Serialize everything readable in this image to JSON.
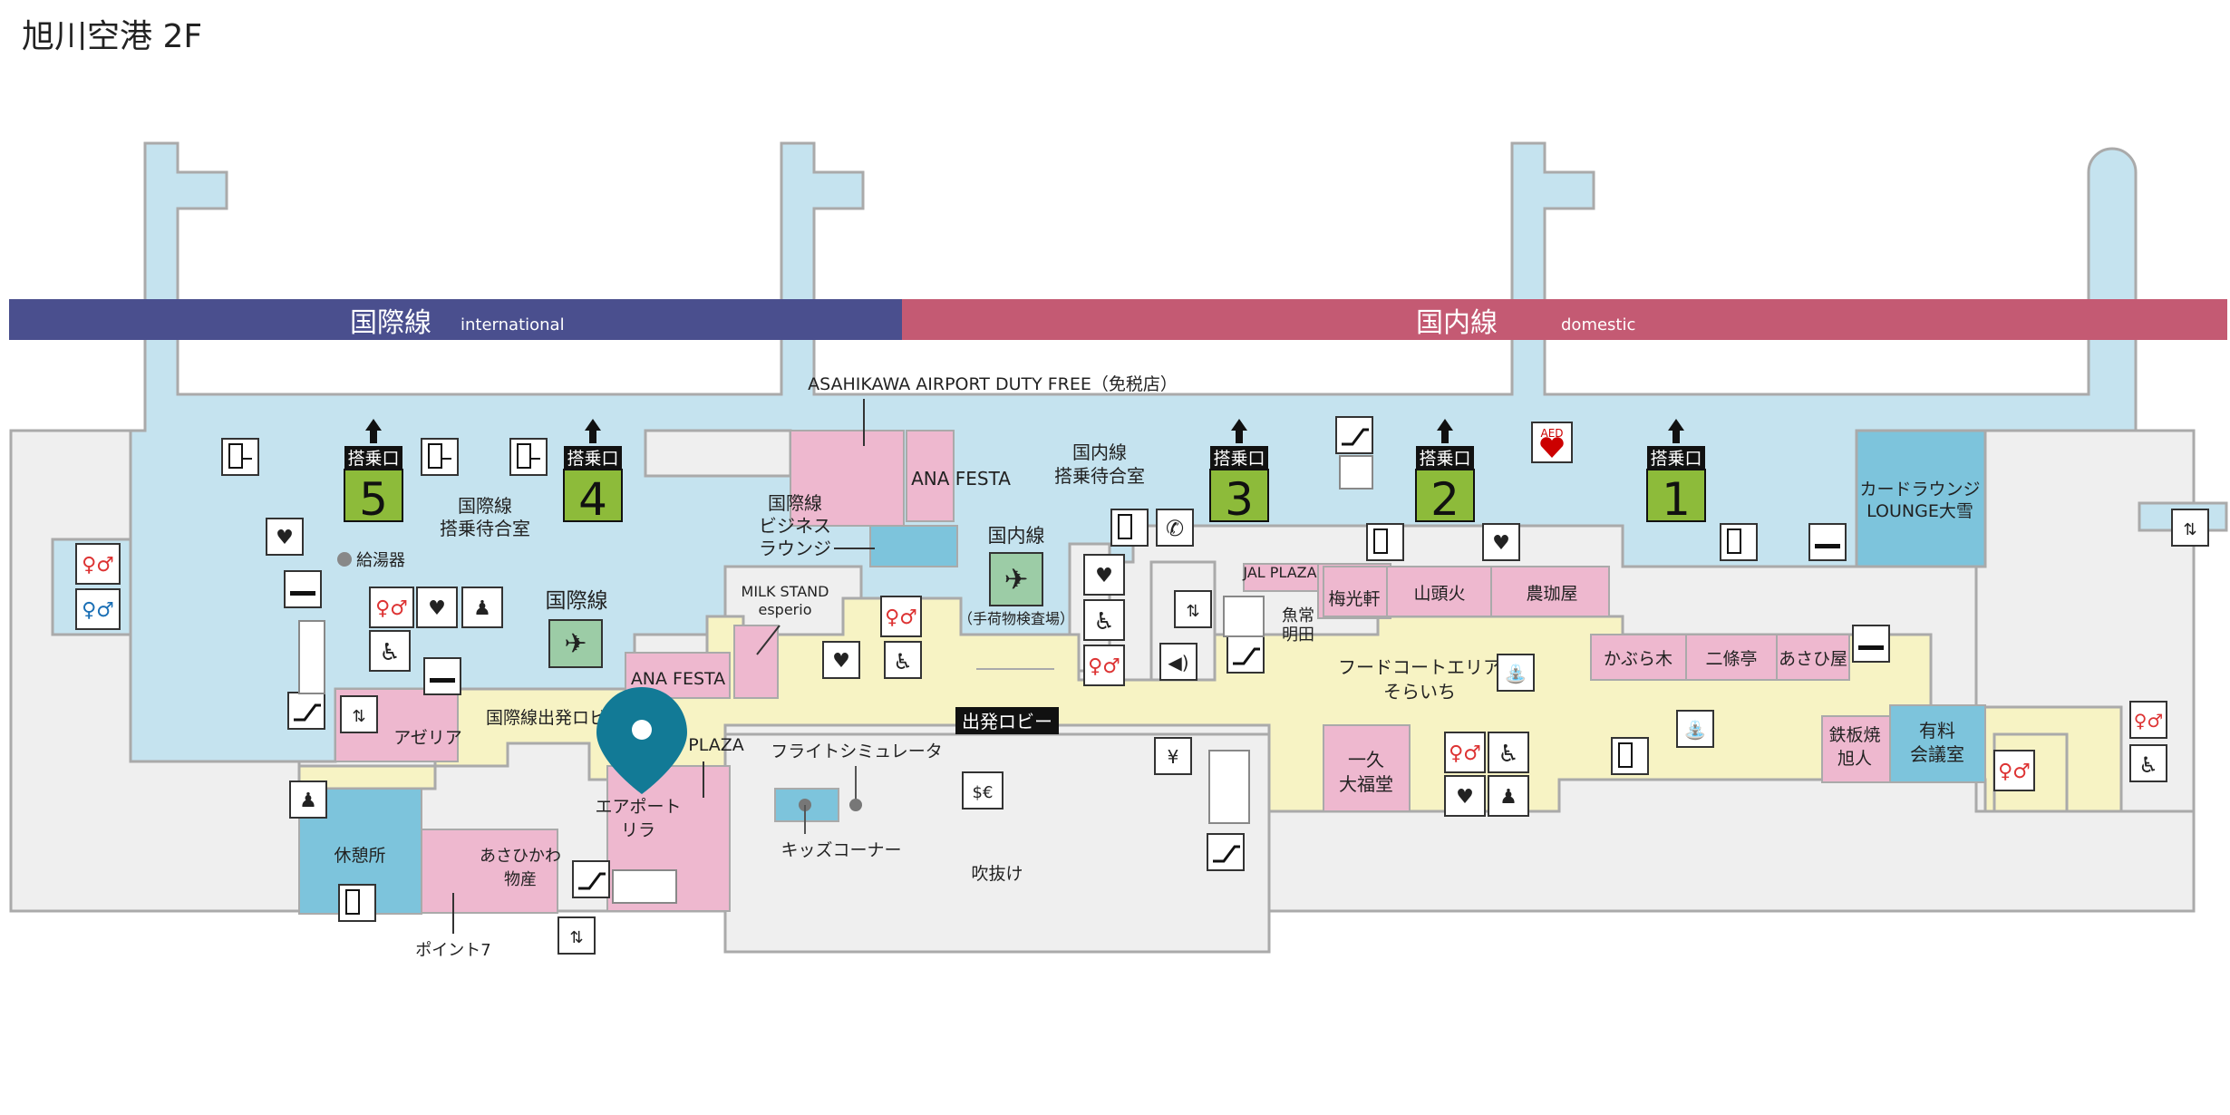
{
  "title": "旭川空港 2F",
  "bands": {
    "international_jp": "国際線",
    "international_en": "international",
    "domestic_jp": "国内線",
    "domestic_en": "domestic"
  },
  "gates": {
    "label": "搭乗口",
    "g5": "5",
    "g4": "4",
    "g3": "3",
    "g2": "2",
    "g1": "1"
  },
  "areas": {
    "duty_free": "ASAHIKAWA AIRPORT DUTY FREE（免税店）",
    "intl_waiting_1": "国際線",
    "intl_waiting_2": "搭乗待合室",
    "dom_waiting_1": "国内線",
    "dom_waiting_2": "搭乗待合室",
    "intl_lounge_1": "国際線",
    "intl_lounge_2": "ビジネス",
    "intl_lounge_3": "ラウンジ",
    "ana_festa_top": "ANA FESTA",
    "ana_festa_low": "ANA FESTA",
    "milk_stand_1": "MILK STAND",
    "milk_stand_2": "esperio",
    "hot_water": "給湯器",
    "intl_label": "国際線",
    "dom_label": "国内線",
    "baggage_check": "（手荷物検査場）",
    "jal_plaza": "JAL PLAZA",
    "uotsune_1": "魚常",
    "uotsune_2": "明田",
    "baikouken": "梅光軒",
    "santouka": "山頭火",
    "noukouya": "農珈屋",
    "food_court_1": "フードコートエリア",
    "food_court_2": "そらいち",
    "kaburaki": "かぶら木",
    "nijoutei": "二條亭",
    "asahiya": "あさひ屋",
    "card_lounge_1": "カードラウンジ",
    "card_lounge_2": "LOUNGE大雪",
    "teppan_1": "鉄板焼",
    "teppan_2": "旭人",
    "meeting_1": "有料",
    "meeting_2": "会議室",
    "ikkyu_1": "一久",
    "ikkyu_2": "大福堂",
    "departure_lobby": "出発ロビー",
    "intl_departure_lobby": "国際線出発ロビー",
    "plaza": "PLAZA",
    "flight_sim": "フライトシミュレータ",
    "kids_corner": "キッズコーナー",
    "fukinuke": "吹抜け",
    "airport_lila_1": "エアポート",
    "airport_lila_2": "リラ",
    "azalea": "アゼリア",
    "rest_area": "休憩所",
    "asahikawa_bussan_1": "あさひかわ",
    "asahikawa_bussan_2": "物産",
    "point7": "ポイント7"
  },
  "colors": {
    "intl_band": "#4a4f8e",
    "dom_band": "#c45a73",
    "waiting_blue": "#c5e3ef",
    "lounge_blue": "#7dc4dc",
    "shop_pink": "#eeb8cf",
    "lobby_yellow": "#f7f3c4",
    "outer_gray": "#efefef",
    "gate_green": "#8dbb3a",
    "pin_teal": "#127a96"
  }
}
